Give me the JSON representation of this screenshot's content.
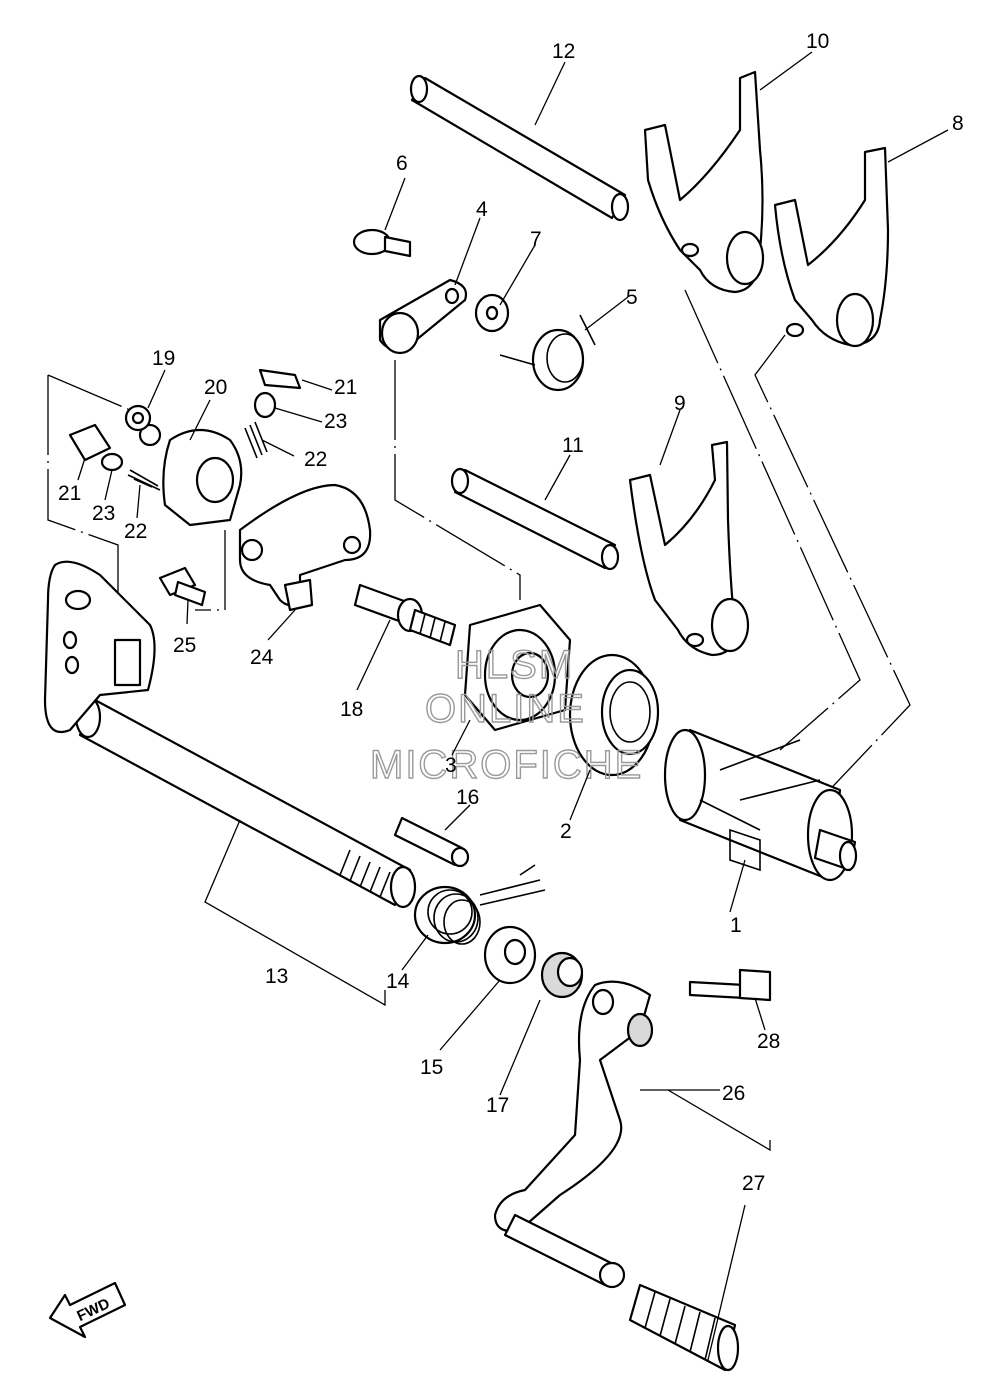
{
  "callouts": [
    {
      "id": "1",
      "label": "1"
    },
    {
      "id": "2",
      "label": "2"
    },
    {
      "id": "3",
      "label": "3"
    },
    {
      "id": "4",
      "label": "4"
    },
    {
      "id": "5",
      "label": "5"
    },
    {
      "id": "6",
      "label": "6"
    },
    {
      "id": "7",
      "label": "7"
    },
    {
      "id": "8",
      "label": "8"
    },
    {
      "id": "9",
      "label": "9"
    },
    {
      "id": "10",
      "label": "10"
    },
    {
      "id": "11",
      "label": "11"
    },
    {
      "id": "12",
      "label": "12"
    },
    {
      "id": "13",
      "label": "13"
    },
    {
      "id": "14",
      "label": "14"
    },
    {
      "id": "15",
      "label": "15"
    },
    {
      "id": "16",
      "label": "16"
    },
    {
      "id": "17",
      "label": "17"
    },
    {
      "id": "18",
      "label": "18"
    },
    {
      "id": "19",
      "label": "19"
    },
    {
      "id": "20",
      "label": "20"
    },
    {
      "id": "21a",
      "label": "21"
    },
    {
      "id": "21b",
      "label": "21"
    },
    {
      "id": "22a",
      "label": "22"
    },
    {
      "id": "22b",
      "label": "22"
    },
    {
      "id": "23a",
      "label": "23"
    },
    {
      "id": "23b",
      "label": "23"
    },
    {
      "id": "24",
      "label": "24"
    },
    {
      "id": "25",
      "label": "25"
    },
    {
      "id": "26",
      "label": "26"
    },
    {
      "id": "27",
      "label": "27"
    },
    {
      "id": "28",
      "label": "28"
    }
  ],
  "watermark": {
    "line1": "HLSM",
    "line2": "ONLINE",
    "line3": "MICROFICHE"
  },
  "direction_arrow": {
    "label": "FWD"
  }
}
